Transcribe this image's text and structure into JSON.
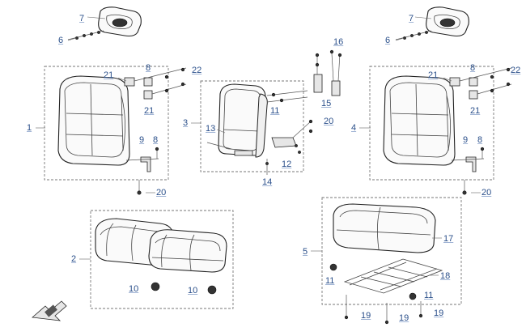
{
  "callouts": {
    "c7a": "7",
    "c6a": "6",
    "c7b": "7",
    "c6b": "6",
    "c16": "16",
    "c8a": "8",
    "c21a": "21",
    "c22a": "22",
    "c21b": "21",
    "c1": "1",
    "c9a": "9",
    "c8b": "8",
    "c20a": "20",
    "c3": "3",
    "c13": "13",
    "c11a": "11",
    "c15": "15",
    "c20b": "20",
    "c12": "12",
    "c14": "14",
    "c8c": "8",
    "c21c": "21",
    "c22b": "22",
    "c21d": "21",
    "c4": "4",
    "c9b": "9",
    "c8d": "8",
    "c20c": "20",
    "c2": "2",
    "c10a": "10",
    "c10b": "10",
    "c5": "5",
    "c17": "17",
    "c18": "18",
    "c11b": "11",
    "c11c": "11",
    "c19a": "19",
    "c19b": "19",
    "c19c": "19"
  },
  "icons": {
    "front_arrow": "front-arrow-icon"
  },
  "colors": {
    "callout_text": "#2a4f8a",
    "line": "#555555",
    "box_border": "#777777"
  }
}
